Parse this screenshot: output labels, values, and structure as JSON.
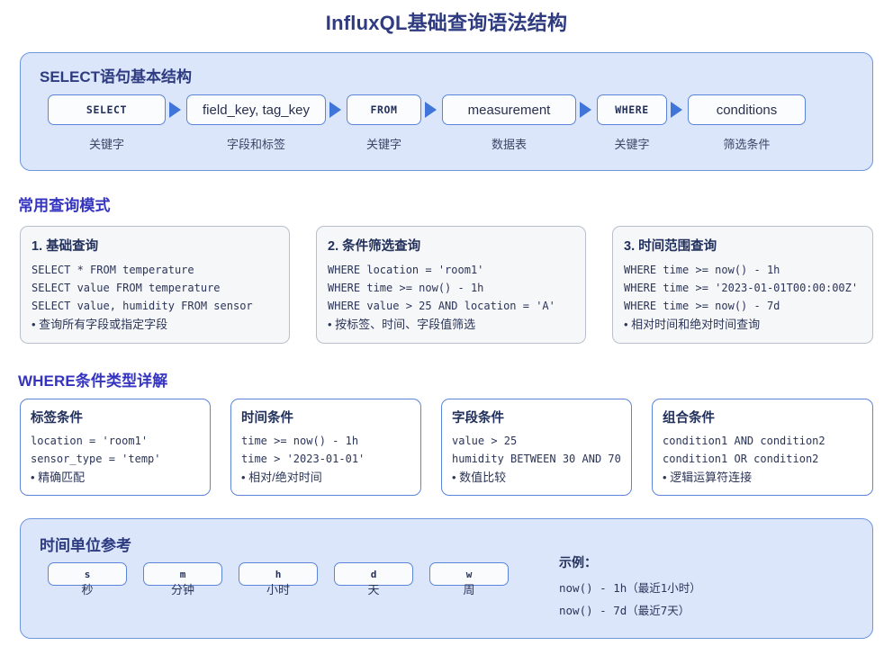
{
  "title": "InfluxQL基础查询语法结构",
  "colors": {
    "title": "#2e3b80",
    "section_heading": "#3434c0",
    "panel_bg": "#dbe6fb",
    "panel_border": "#6e95e0",
    "box_border": "#5b84da",
    "arrow": "#3f74d8",
    "grey_card_bg": "#f6f7f9",
    "grey_card_border": "#b9bfcb"
  },
  "select_panel": {
    "heading": "SELECT语句基本结构",
    "steps": [
      {
        "token": "SELECT",
        "label": "关键字",
        "kind": "keyword"
      },
      {
        "token": "field_key, tag_key",
        "label": "字段和标签",
        "kind": "value"
      },
      {
        "token": "FROM",
        "label": "关键字",
        "kind": "keyword"
      },
      {
        "token": "measurement",
        "label": "数据表",
        "kind": "value"
      },
      {
        "token": "WHERE",
        "label": "关键字",
        "kind": "keyword"
      },
      {
        "token": "conditions",
        "label": "筛选条件",
        "kind": "value"
      }
    ]
  },
  "patterns_section": {
    "heading": "常用查询模式",
    "cards": [
      {
        "title": "1. 基础查询",
        "code": [
          "SELECT * FROM temperature",
          "SELECT value FROM temperature",
          "SELECT value, humidity FROM sensor"
        ],
        "note": "• 查询所有字段或指定字段"
      },
      {
        "title": "2. 条件筛选查询",
        "code": [
          "WHERE location = 'room1'",
          "WHERE time >= now() - 1h",
          "WHERE value > 25 AND location = 'A'"
        ],
        "note": "• 按标签、时间、字段值筛选"
      },
      {
        "title": "3. 时间范围查询",
        "code": [
          "WHERE time >= now() - 1h",
          "WHERE time >= '2023-01-01T00:00:00Z'",
          "WHERE time >= now() - 7d"
        ],
        "note": "• 相对时间和绝对时间查询"
      }
    ]
  },
  "where_section": {
    "heading": "WHERE条件类型详解",
    "cards": [
      {
        "title": "标签条件",
        "code": [
          "location = 'room1'",
          "sensor_type = 'temp'"
        ],
        "note": "• 精确匹配"
      },
      {
        "title": "时间条件",
        "code": [
          "time >= now() - 1h",
          "time > '2023-01-01'"
        ],
        "note": "• 相对/绝对时间"
      },
      {
        "title": "字段条件",
        "code": [
          "value > 25",
          "humidity BETWEEN 30 AND 70"
        ],
        "note": "• 数值比较"
      },
      {
        "title": "组合条件",
        "code": [
          "condition1 AND condition2",
          "condition1 OR condition2"
        ],
        "note": "• 逻辑运算符连接"
      }
    ]
  },
  "time_units_panel": {
    "heading": "时间单位参考",
    "units": [
      {
        "symbol": "s",
        "name": "秒"
      },
      {
        "symbol": "m",
        "name": "分钟"
      },
      {
        "symbol": "h",
        "name": "小时"
      },
      {
        "symbol": "d",
        "name": "天"
      },
      {
        "symbol": "w",
        "name": "周"
      }
    ],
    "example_title": "示例：",
    "examples": [
      "now() - 1h（最近1小时）",
      "now() - 7d（最近7天）"
    ]
  }
}
